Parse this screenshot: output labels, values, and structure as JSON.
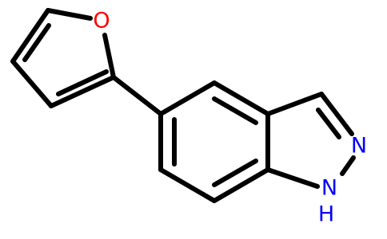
{
  "molecule": {
    "atoms": {
      "oxygen": {
        "symbol": "O",
        "color": "#ff0000"
      },
      "nitrogen": {
        "symbol": "N",
        "color": "#0000ff"
      },
      "nh_nitrogen": {
        "symbol": "N",
        "color": "#0000ff"
      },
      "nh_hydrogen": {
        "symbol": "H",
        "color": "#0000ff"
      }
    },
    "bond_color": "#000000"
  }
}
